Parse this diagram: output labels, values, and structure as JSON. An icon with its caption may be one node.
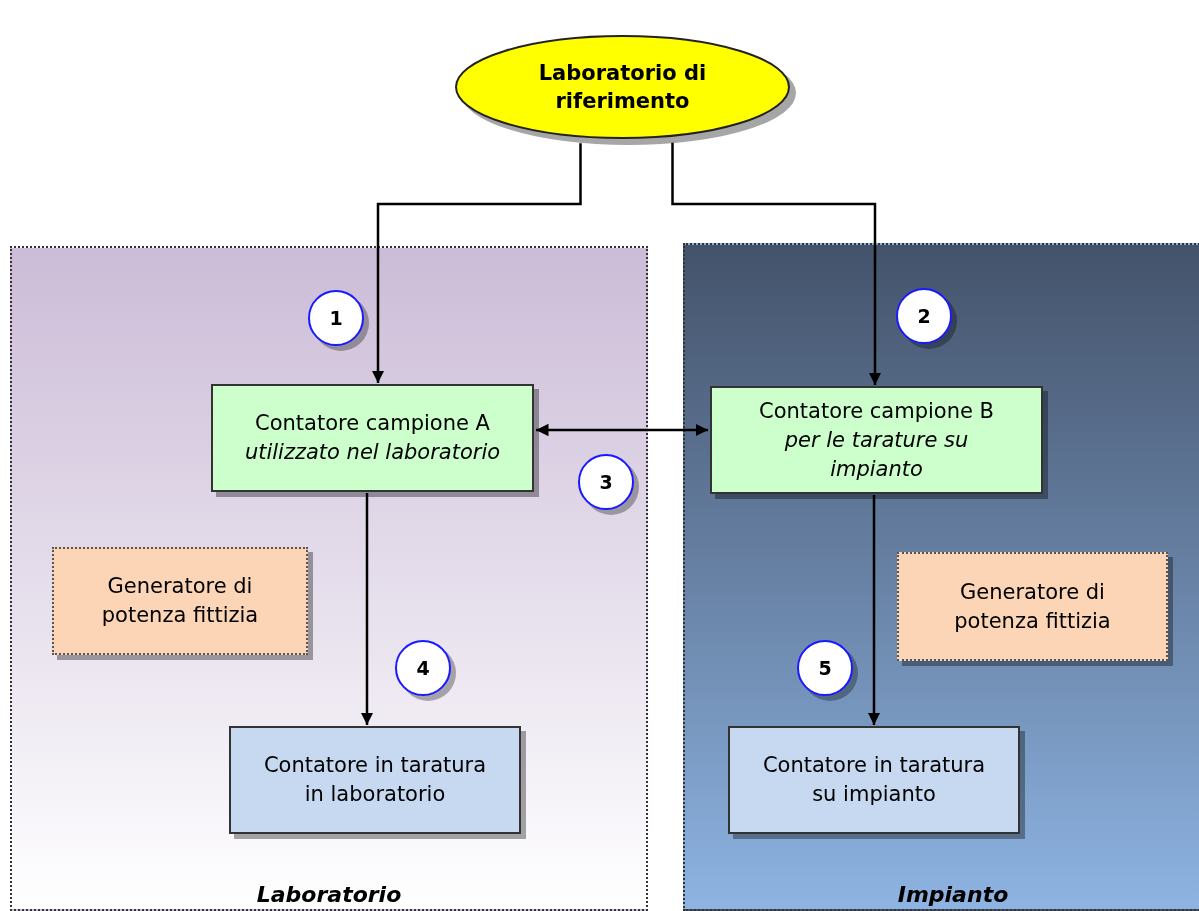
{
  "diagram": {
    "nodes": [
      {
        "text": [
          "Laboratorio di riferimento"
        ]
      },
      {
        "text": [
          "Laboratorio"
        ]
      },
      {
        "text": [
          "1"
        ],
        "in": 1
      },
      {
        "text": [
          "Contatore campione A",
          "utilizzato nel laboratorio"
        ],
        "in": 1
      },
      {
        "text": [
          "3"
        ],
        "in": 1
      },
      {
        "text": [
          "Generatore di potenza fittizia"
        ],
        "in": 1
      },
      {
        "text": [
          "4"
        ],
        "in": 1
      },
      {
        "text": [
          "Contatore in taratura in laboratorio"
        ],
        "in": 1
      },
      {
        "text": [
          "Impianto"
        ]
      },
      {
        "text": [
          "2"
        ],
        "in": 8
      },
      {
        "text": [
          "Contatore campione B",
          "per le tarature su impianto"
        ],
        "in": 8
      },
      {
        "text": [
          "Generatore di potenza fittizia"
        ],
        "in": 8
      },
      {
        "text": [
          "5"
        ],
        "in": 8
      },
      {
        "text": [
          "Contatore in taratura su impianto"
        ],
        "in": 8
      }
    ],
    "edges": [
      {
        "from": 0,
        "to": 3,
        "arrow": "to"
      },
      {
        "from": 0,
        "to": 10,
        "arrow": "to"
      },
      {
        "from": 3,
        "to": 10,
        "arrow": "both"
      },
      {
        "from": 3,
        "to": 7,
        "arrow": "to"
      },
      {
        "from": 10,
        "to": 13,
        "arrow": "to"
      }
    ]
  }
}
